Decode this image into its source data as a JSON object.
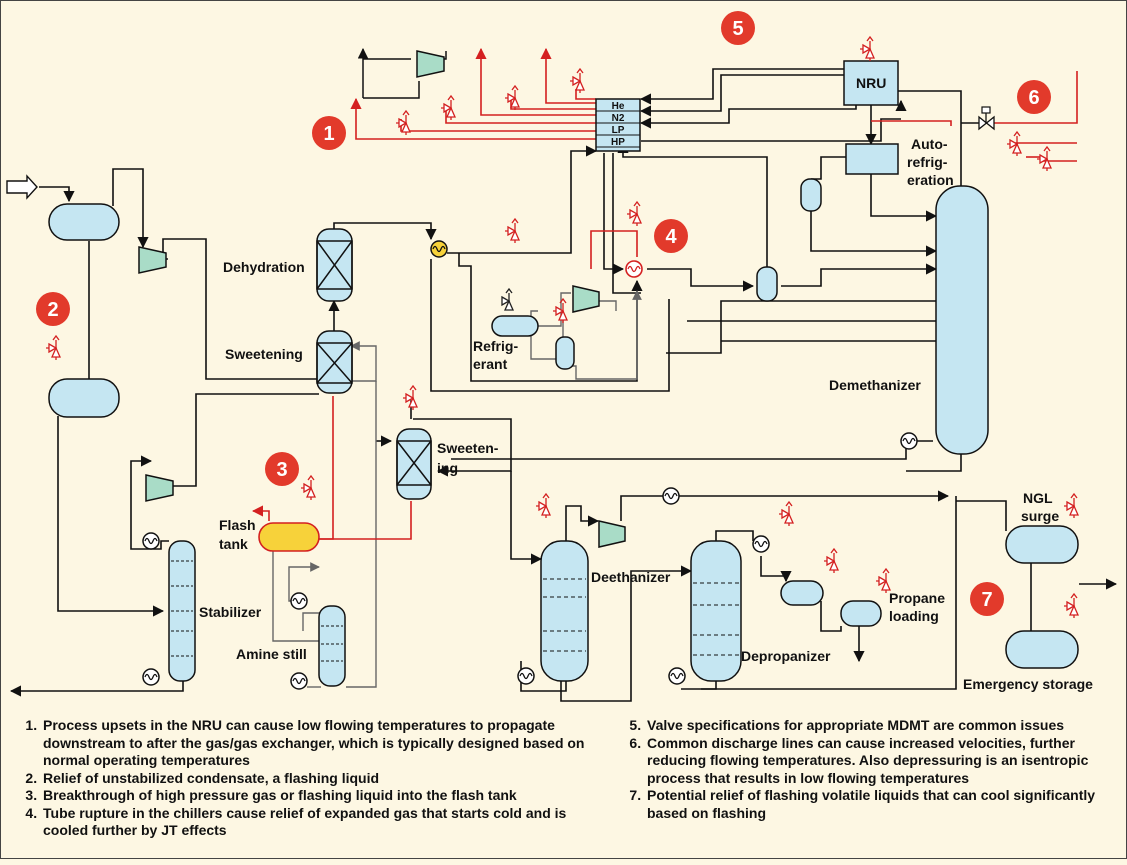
{
  "labels": {
    "nru": "NRU",
    "auto_refrigeration": [
      "Auto-",
      "refrig-",
      "eration"
    ],
    "dehydration": "Dehydration",
    "sweetening_1": "Sweetening",
    "sweetening_2": [
      "Sweeten-",
      "ing"
    ],
    "refrigerant": [
      "Refrig-",
      "erant"
    ],
    "demethanizer": "Demethanizer",
    "flash_tank": [
      "Flash",
      "tank"
    ],
    "stabilizer": "Stabilizer",
    "amine_still": "Amine still",
    "deethanizer": "Deethanizer",
    "depropanizer": "Depropanizer",
    "propane_loading": [
      "Propane",
      "loading"
    ],
    "ngl_surge": [
      "NGL",
      "surge"
    ],
    "emergency_storage": "Emergency storage"
  },
  "exchanger_streams": [
    "He",
    "N2",
    "LP",
    "HP"
  ],
  "markers": [
    "1",
    "2",
    "3",
    "4",
    "5",
    "6",
    "7"
  ],
  "colors": {
    "background": "#fdf7e3",
    "vessel_fill": "#c5e6f2",
    "marker": "#e23a2b",
    "relief_line": "#d42020",
    "flash_tank_fill": "#f7d23a",
    "compressor_fill": "#a9dcc7",
    "flow_line": "#111111"
  },
  "notes": {
    "left": [
      "Process upsets in the NRU can cause low flowing temperatures to propagate downstream to after the gas/gas exchanger, which is typically designed based on normal operating temperatures",
      "Relief of unstabilized condensate, a flashing liquid",
      "Breakthrough of high pressure gas or flashing liquid into the flash tank",
      "Tube rupture in the chillers cause relief of expanded gas that starts cold and is cooled further by JT effects"
    ],
    "right": [
      "Valve specifications for appropriate MDMT are common issues",
      "Common discharge lines can cause increased velocities, further reducing flowing temperatures. Also depressuring is an isentropic process that results in low flowing temperatures",
      "Potential relief of flashing volatile liquids that can cool significantly based on flashing"
    ]
  }
}
